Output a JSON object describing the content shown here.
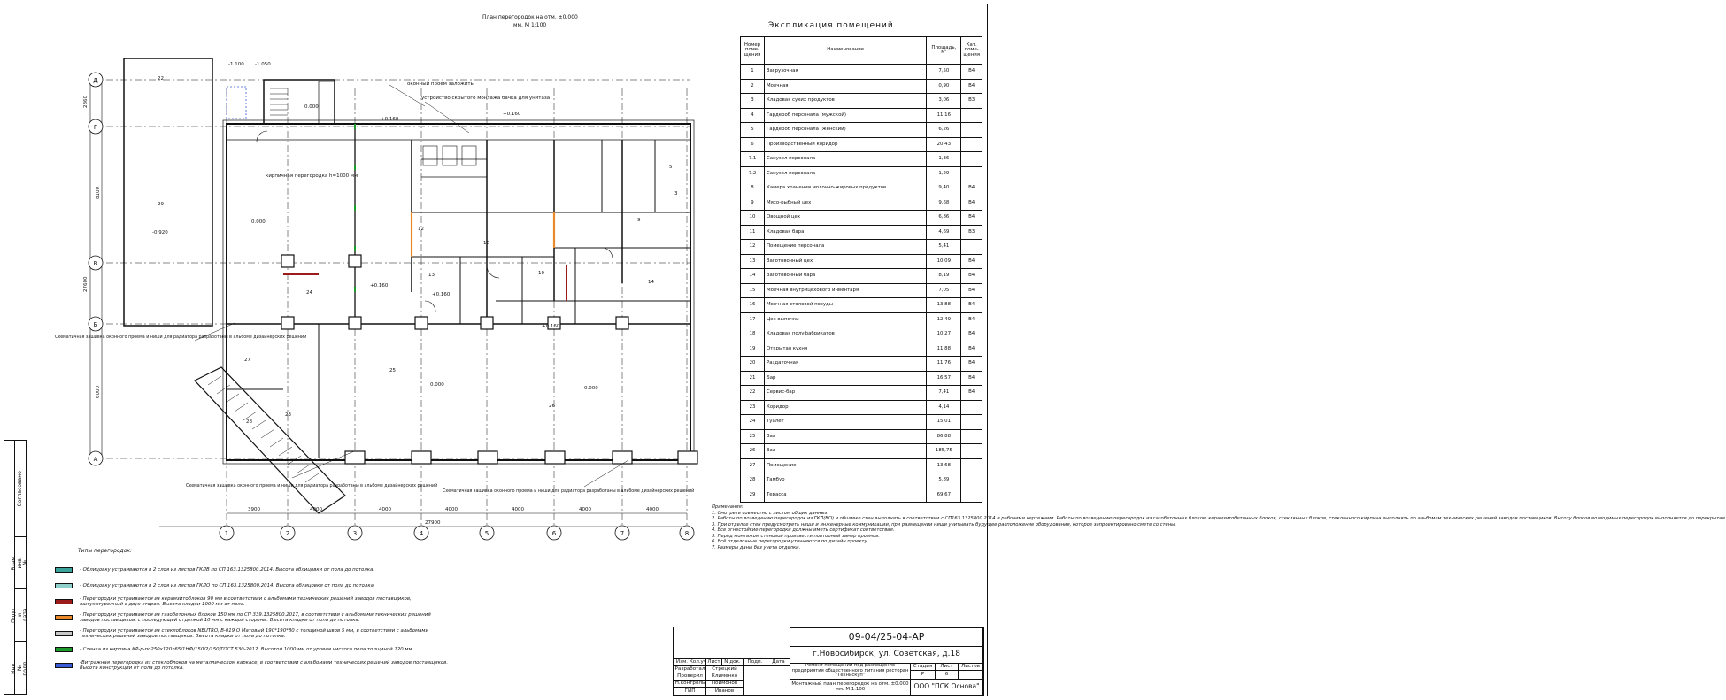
{
  "plan": {
    "title_line1": "План перегородок на отм. ±0.000",
    "title_line2": "мм. М 1:100",
    "axes_letters": [
      "Д",
      "Г",
      "В",
      "Б",
      "А"
    ],
    "axes_numbers": [
      "1",
      "2",
      "3",
      "4",
      "5",
      "6",
      "7",
      "8"
    ],
    "dims_vertical": [
      "2860",
      "8100",
      "27600",
      "6000"
    ],
    "dims_bottom": [
      "3900",
      "4000",
      "4000",
      "4000",
      "4000",
      "4000",
      "4000",
      "27900"
    ],
    "levels": [
      "-1.100",
      "-1.050",
      "0.000",
      "0.000",
      "-0.920",
      "+0.160",
      "+0.160",
      "+0.160",
      "+0.160",
      "+0.160",
      "0.000",
      "0.000"
    ],
    "notes_on_plan": [
      "оконный проем заложить",
      "устройство скрытого монтажа бачка для унитаза",
      "кирпичная перегородка h=1000 мм",
      "Схематичная зашивка оконного проема и ниши для радиатора разработаны в альбоме дизайнерских решений",
      "Схематичная зашивка оконного проема и ниши для радиатора разработаны в альбоме дизайнерских решений",
      "Схематичная зашивка оконного проема и ниши для радиатора разработаны в альбоме дизайнерских решений"
    ],
    "room_numbers": [
      "22",
      "29",
      "24",
      "25",
      "26",
      "27",
      "28",
      "23",
      "5",
      "9",
      "14",
      "3",
      "12",
      "10",
      "13",
      "16"
    ]
  },
  "explication": {
    "title": "Экспликация помещений",
    "headers": [
      "Номер поме- щения",
      "Наименование",
      "Площадь, м²",
      "Кат. поме- щения"
    ],
    "rows": [
      [
        "1",
        "Загрузочная",
        "7,50",
        "В4"
      ],
      [
        "2",
        "Моечная",
        "0,90",
        "В4"
      ],
      [
        "3",
        "Кладовая сухих продуктов",
        "3,06",
        "В3"
      ],
      [
        "4",
        "Гардероб персонала (мужской)",
        "11,16",
        ""
      ],
      [
        "5",
        "Гардероб персонала (женский)",
        "6,26",
        ""
      ],
      [
        "6",
        "Производственный коридор",
        "20,43",
        ""
      ],
      [
        "7.1",
        "Санузел персонала",
        "1,36",
        ""
      ],
      [
        "7.2",
        "Санузел персонала",
        "1,29",
        ""
      ],
      [
        "8",
        "Камера хранения молочно-жировых продуктов",
        "9,40",
        "В4"
      ],
      [
        "9",
        "Мясо-рыбный цех",
        "9,68",
        "В4"
      ],
      [
        "10",
        "Овощной цех",
        "6,86",
        "В4"
      ],
      [
        "11",
        "Кладовая бара",
        "4,69",
        "В3"
      ],
      [
        "12",
        "Помещение персонала",
        "5,41",
        ""
      ],
      [
        "13",
        "Заготовочный цех",
        "10,09",
        "В4"
      ],
      [
        "14",
        "Заготовочный бара",
        "8,19",
        "В4"
      ],
      [
        "15",
        "Моечная внутрицехового инвентаря",
        "7,05",
        "В4"
      ],
      [
        "16",
        "Моечная столовой посуды",
        "13,88",
        "В4"
      ],
      [
        "17",
        "Цех выпечки",
        "12,49",
        "В4"
      ],
      [
        "18",
        "Кладовая полуфабрикатов",
        "10,27",
        "В4"
      ],
      [
        "19",
        "Открытая кухня",
        "11,88",
        "В4"
      ],
      [
        "20",
        "Раздаточная",
        "11,76",
        "В4"
      ],
      [
        "21",
        "Бар",
        "16,57",
        "В4"
      ],
      [
        "22",
        "Сервис-бар",
        "7,41",
        "В4"
      ],
      [
        "23",
        "Коридор",
        "4,14",
        ""
      ],
      [
        "24",
        "Туалет",
        "15,01",
        ""
      ],
      [
        "25",
        "Зал",
        "86,88",
        ""
      ],
      [
        "26",
        "Зал",
        "185,75",
        ""
      ],
      [
        "27",
        "Помещение",
        "13,68",
        ""
      ],
      [
        "28",
        "Тамбур",
        "5,89",
        ""
      ],
      [
        "29",
        "Терасса",
        "69,67",
        ""
      ]
    ]
  },
  "legend": {
    "title": "Типы перегородок:",
    "items": [
      {
        "color": "#3aa39a",
        "text": "- Облицовку устраиваются в 2 слоя из листов ГКЛВ по СП 163.1325800.2014. Высота облицовки от пола до потолка."
      },
      {
        "color": "#8fd0cc",
        "text": "- Облицовку устраиваются в 2 слоя из листов ГКЛО по СП 163.1325800.2014. Высота облицовки от пола до потолка."
      },
      {
        "color": "#9b1b1b",
        "text": "- Перегородки устраиваются из керамзитоблоков 90 мм в соответствии с альбомами технических решений заводов поставщиков, оштукатуренный с двух сторон. Высота кладки 1000 мм от пола."
      },
      {
        "color": "#e88a2c",
        "text": "- Перегородки устраиваются из газобетонных блоков 150 мм по СП 339.1325800.2017, в соответствии с альбомами технических решений заводов поставщиков, с последующей отделкой 10 мм с каждой стороны. Высота кладки от пола до потолка."
      },
      {
        "color": "#c9c9c9",
        "text": "- Перегородки устраиваются из стеклоблоков NEUTRO, B-019 O Матовый 190*190*80 с толщиной швов 5 мм, в соответствии с альбомами технических решений заводов поставщиков. Высота кладки от пола до потолка."
      },
      {
        "color": "#1d9a2c",
        "text": "- Стенка из кирпича КР-р-по250х120х65/1НФ/150/2/150/ГОСТ 530-2012. Высотой 1000 мм от уровня чистого пола толщиной 120 мм."
      },
      {
        "color": "#3b5bd6",
        "text": "-Витражная перегородка из стеклоблоков на металлическом каркасе, в соответствии с альбомами технических решений заводов поставщиков. Высота конструкции от пола до потолка."
      }
    ]
  },
  "notes": {
    "title": "Примечания:",
    "items": [
      "1. Смотреть совместно с листом общих данных.",
      "2. Работы по возведению перегородок из ГКЛ(ВО) и обшивке стен выполнять в соответствии с СП163.1325800.2014 и рабочими чертежами. Работы по возведению перегородок из газобетонных блоков, керамзитобетонных блоков, стеклянных блоков, стеклянного кирпича выполнять по альбомам технических решений заводов поставщиков. Высоту блоков возводимых перегородок выполняется до перекрытия.",
      "3. При отделке стен предусмотреть ниши и инженерные коммуникации, при размещении ниши учитывать будущее расположение оборудования, которое запроектировано смете со стены.",
      "4. Все огнестойкие перегородки должны иметь сертификат соответствия.",
      "5. Перед монтажом стеновой произвести повторный замер проемов.",
      "6. Всё отделочные перегородки уточняются по дизайн проекту.",
      "7. Размеры даны без учета отделки."
    ]
  },
  "title_block": {
    "code": "09-04/25-04-АР",
    "address": "г.Новосибирск, ул. Советская, д.18",
    "project": "Ремонт помещений под размещение предприятия общественного питания ресторан \"Технискуп\"",
    "sheet_name": "Монтажный план перегородок на отм. ±0.000 мм. М 1:100",
    "org": "ООО \"ПСК Основа\"",
    "h_izm": "Изм.",
    "h_koluch": "Кол.уч",
    "h_list": "Лист",
    "h_ndok": "N док.",
    "h_podp": "Подп.",
    "h_data": "Дата",
    "role1": "Разработал",
    "name1": "Стрецкий",
    "role2": "Проверил",
    "name2": "Клименко",
    "role3": "Н.контроль",
    "name3": "Поймонов",
    "role4": "ГИП",
    "name4": "Иванов",
    "stage_h": "Стадия",
    "list_h": "Лист",
    "lists_h": "Листов",
    "stage": "Р",
    "list": "6",
    "lists": ""
  },
  "side_stamp": {
    "a": "Согласовано",
    "b": "Взам. инв. №",
    "c": "Подп. и дата",
    "d": "Инв. № подл."
  }
}
